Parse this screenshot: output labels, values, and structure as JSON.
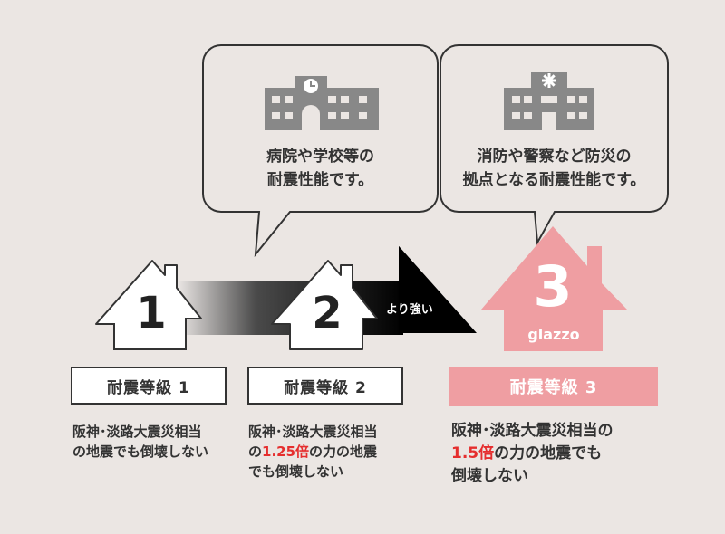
{
  "bubble1": {
    "line1": "病院や学校等の",
    "line2": "耐震性能です。"
  },
  "bubble2": {
    "line1": "消防や警察など防災の",
    "line2": "拠点となる耐震性能です。"
  },
  "arrow_label": "より強い",
  "house1": {
    "number": "1"
  },
  "house2": {
    "number": "2"
  },
  "house3": {
    "number": "3",
    "brand": "glazzo"
  },
  "grade1": {
    "label": "耐震等級 1",
    "desc_line1": "阪神･淡路大震災相当",
    "desc_line2": "の地震でも倒壊しない"
  },
  "grade2": {
    "label": "耐震等級 2",
    "desc_line1": "阪神･淡路大震災相当",
    "desc_line2_highlight": "1.25倍",
    "desc_line2_pre": "の",
    "desc_line2_post": "の力の地震",
    "desc_line3": "でも倒壊しない"
  },
  "grade3": {
    "label": "耐震等級 3",
    "desc_line1": "阪神･淡路大震災相当の",
    "desc_line2_highlight": "1.5倍",
    "desc_line2_post": "の力の地震でも",
    "desc_line3": "倒壊しない"
  },
  "colors": {
    "background": "#ebe6e3",
    "pink": "#ef9ea2",
    "highlight": "#e52e2e",
    "dark": "#333333",
    "icon_gray": "#888888"
  },
  "icons": {
    "bubble1_icon": "school-building-icon",
    "bubble2_icon": "fire-station-building-icon"
  }
}
